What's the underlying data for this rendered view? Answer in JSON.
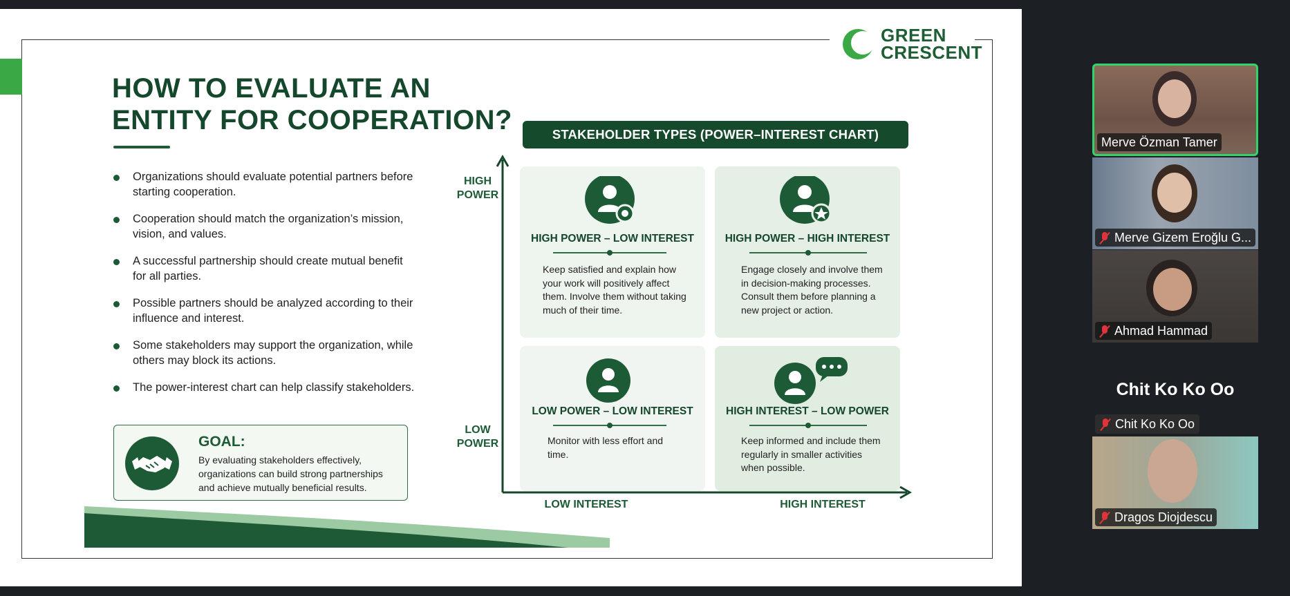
{
  "slide": {
    "logo_name_line1": "GREEN",
    "logo_name_line2": "CRESCENT",
    "title_line1": "HOW TO EVALUATE AN",
    "title_line2": "ENTITY FOR COOPERATION?",
    "bullets": [
      "Organizations should evaluate potential partners before starting cooperation.",
      "Cooperation should match the organization’s mission, vision, and values.",
      "A successful partnership should create mutual benefit for all parties.",
      "Possible partners should be analyzed according to their influence and interest.",
      "Some stakeholders may support the organization, while others may block its actions.",
      "The power-interest chart can help classify stakeholders."
    ],
    "goal_title": "GOAL:",
    "goal_text": "By evaluating stakeholders effectively, organizations can build strong partnerships and achieve mutually beneficial results.",
    "chart_header": "STAKEHOLDER TYPES (POWER–INTEREST CHART)",
    "y_high_line1": "HIGH",
    "y_high_line2": "POWER",
    "y_low_line1": "LOW",
    "y_low_line2": "POWER",
    "x_low": "LOW INTEREST",
    "x_high": "HIGH INTEREST",
    "quadrants": [
      {
        "title": "HIGH POWER – LOW INTEREST",
        "text": "Keep satisfied and explain how your work will positively affect them. Involve them without taking much of their time.",
        "icon": "person-gear-icon"
      },
      {
        "title": "HIGH POWER – HIGH INTEREST",
        "text": "Engage closely and involve them in decision-making processes. Consult them before planning a new project or action.",
        "icon": "person-star-icon"
      },
      {
        "title": "LOW POWER – LOW INTEREST",
        "text": "Monitor with less effort and time.",
        "icon": "person-icon"
      },
      {
        "title": "HIGH INTEREST – LOW POWER",
        "text": "Keep informed and include them regularly in smaller activities when possible.",
        "icon": "person-chat-icon"
      }
    ],
    "colors": {
      "brand_dark": "#14472b",
      "brand_green": "#3aa845",
      "accent": "#1d5a36"
    }
  },
  "participants": [
    {
      "name": "Merve Özman Tamer",
      "muted": false,
      "active_speaker": true
    },
    {
      "name": "Merve Gizem Eroğlu G...",
      "muted": true
    },
    {
      "name": "Ahmad Hammad",
      "muted": true
    },
    {
      "name": "Chit Ko Ko Oo",
      "muted": true,
      "video_off": true
    },
    {
      "name": "Dragos Diojdescu",
      "muted": true
    }
  ],
  "video_off_display_name": "Chit Ko Ko Oo"
}
